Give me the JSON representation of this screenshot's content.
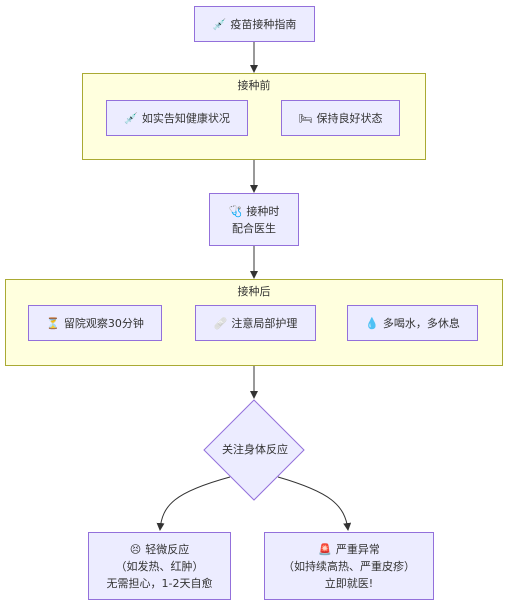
{
  "title": {
    "icon": "💉",
    "text": "疫苗接种指南"
  },
  "before": {
    "title": "接种前",
    "items": [
      {
        "icon": "💉",
        "text": "如实告知健康状况"
      },
      {
        "icon": "🛏",
        "text": "保持良好状态"
      }
    ]
  },
  "during": {
    "icon": "🩺",
    "line1": "接种时",
    "line2": "配合医生"
  },
  "after": {
    "title": "接种后",
    "items": [
      {
        "icon": "⏳",
        "text": "留院观察30分钟"
      },
      {
        "icon": "🩹",
        "text": "注意局部护理"
      },
      {
        "icon": "💧",
        "text": "多喝水，多休息"
      }
    ]
  },
  "decision": {
    "text": "关注身体反应"
  },
  "mild": {
    "icon": "😣",
    "line1": "轻微反应",
    "line2": "（如发热、红肿）",
    "line3": "无需担心，1-2天自愈"
  },
  "severe": {
    "icon": "🚨",
    "line1": "严重异常",
    "line2": "（如持续高热、严重皮疹）",
    "line3": "立即就医!"
  }
}
